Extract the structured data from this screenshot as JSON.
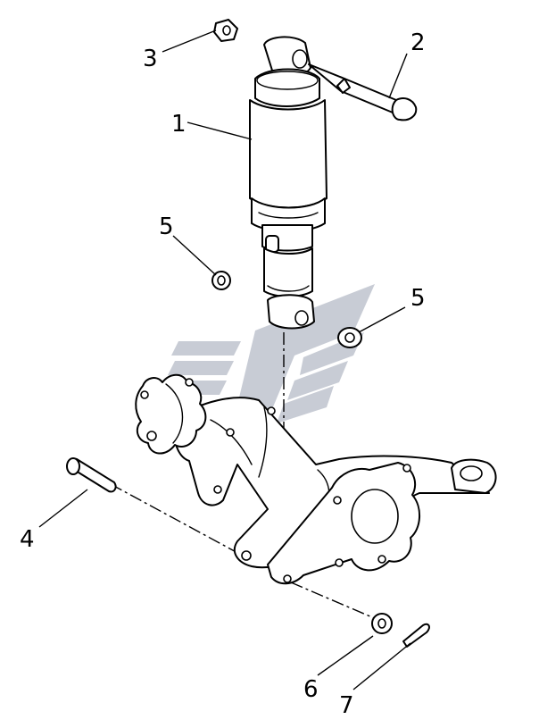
{
  "callouts": [
    {
      "id": "1",
      "text": "1"
    },
    {
      "id": "2",
      "text": "2"
    },
    {
      "id": "3",
      "text": "3"
    },
    {
      "id": "4",
      "text": "4"
    },
    {
      "id": "5a",
      "text": "5"
    },
    {
      "id": "5b",
      "text": "5"
    },
    {
      "id": "6",
      "text": "6"
    },
    {
      "id": "7",
      "text": "7"
    }
  ],
  "colors": {
    "line": "#000000",
    "background": "#ffffff",
    "watermark": "#9aa3b2"
  }
}
